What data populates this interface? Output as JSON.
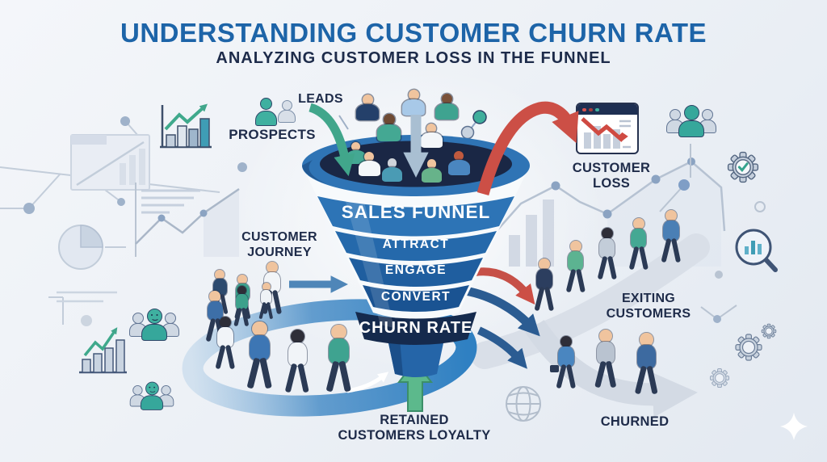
{
  "header": {
    "title": "UNDERSTANDING CUSTOMER CHURN RATE",
    "subtitle": "ANALYZING CUSTOMER LOSS IN THE FUNNEL"
  },
  "funnel": {
    "stages": [
      {
        "label": "SALES FUNNEL"
      },
      {
        "label": "ATTRACT"
      },
      {
        "label": "ENGAGE"
      },
      {
        "label": "CONVERT"
      },
      {
        "label": "CHURN RATE"
      }
    ]
  },
  "labels": {
    "leads": "LEADS",
    "prospects": "PROSPECTS",
    "customer_journey": "CUSTOMER JOURNEY",
    "customer_loss": "CUSTOMER LOSS",
    "exiting_customers": "EXITING CUSTOMERS",
    "retained_loyalty": "RETAINED CUSTOMERS LOYALTY",
    "churned": "CHURNED"
  },
  "icons": {
    "growth_chart": "bar-chart-up-icon",
    "prospects_pair": "two-people-icon",
    "group_top_right": "three-people-icon",
    "gear_check": "gear-checkmark-icon",
    "magnifier_chart": "magnifier-bar-chart-icon",
    "customer_loss_window": "browser-declining-chart-icon",
    "globe": "globe-icon",
    "gears_bottom_right": "gears-icon",
    "sparkle": "sparkle-icon"
  },
  "colors": {
    "background": "#edf1f6",
    "title_blue": "#1d64a8",
    "navy_text": "#1d2b4a",
    "funnel_blue": "#2d74b6",
    "funnel_dark_band": "#152a4d",
    "accent_teal": "#41a68b",
    "accent_red": "#cc4f46",
    "arrow_blue": "#2b5c92",
    "loop_blue": "#2f80c2",
    "decor_gray": "#c6d0de"
  }
}
